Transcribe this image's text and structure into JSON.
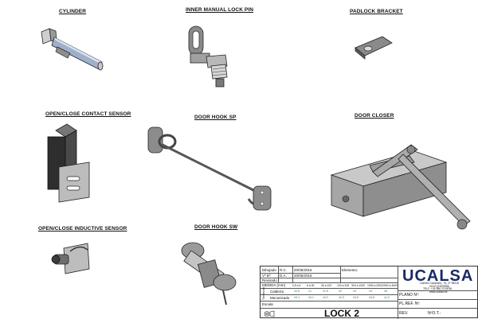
{
  "parts": {
    "cylinder": "CYLINDER",
    "inner_manual_lock_pin": "INNER MANUAL LOCK PIN",
    "padlock_bracket": "PADLOCK BRACKET",
    "open_close_contact_sensor": "OPEN/CLOSE CONTACT SENSOR",
    "door_hook_sp": "DOOR HOOK SP",
    "door_closer": "DOOR CLOSER",
    "open_close_inductive_sensor": "OPEN/CLOSE INDUCTIVE SENSOR",
    "door_hook_sw": "DOOR HOOK SW"
  },
  "title_block": {
    "dibujado_label": "Dibujado",
    "dibujado_initials": "R.C.",
    "dibujado_date": "20/05/2016",
    "vb_label": "Vº Bº",
    "vb_initials": "D.A.",
    "vb_date": "20/05/2016",
    "revisado_label": "Revisado",
    "elemento_label": "Elemento:",
    "medida_label": "MEDIDA (mm)",
    "tolerance_headers": [
      "0,5 a 6",
      "6 a 30",
      "30 a 120",
      "120 a 315",
      "315 a 1000",
      "1000 a 2000",
      "2000 a 4000"
    ],
    "caldereria_label": "Caldería",
    "caldereria_values": [
      "±0.5",
      "±1",
      "±1.5",
      "±2",
      "±3",
      "±4",
      "±5"
    ],
    "mecanizado_label": "Mecanizado",
    "mecanizado_values": [
      "±0.1",
      "±0.1",
      "±0.2",
      "±0.3",
      "±0.5",
      "±0.8",
      "±1.2"
    ],
    "tolerancias_label": "Tolerancias",
    "escala_label": "Escala:",
    "drawing_title": "LOCK 2",
    "plano_label": "PLANO Nº:",
    "plref_label": "PL.REF. Nº:",
    "rev_label": "REV.",
    "not_label": "NºO.T.:"
  },
  "company": {
    "name": "UCALSA",
    "address_line1": "Camiño Caramelo, 75, 27   98215",
    "address_line2": "VIGO (ESPAÑA)",
    "phone": "TELF. +34 986 23 66 66",
    "web": "www.ucalsa.es"
  }
}
